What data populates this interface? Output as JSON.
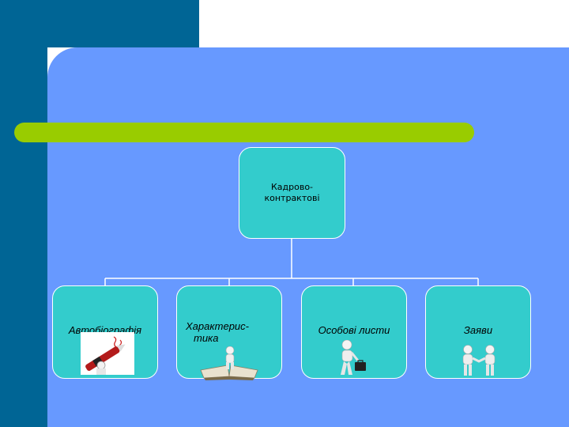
{
  "diagram": {
    "root": {
      "label_lines": [
        "Кадрово-",
        "контрактові"
      ]
    },
    "children": [
      {
        "label_lines": [
          "Автобіографія"
        ],
        "icon": "pen-writing-icon"
      },
      {
        "label_lines": [
          "Характерис-",
          "тика"
        ],
        "icon": "figure-on-book-icon"
      },
      {
        "label_lines": [
          "Особові листи"
        ],
        "icon": "figure-with-briefcase-icon"
      },
      {
        "label_lines": [
          "Заяви"
        ],
        "icon": "two-figures-handshake-icon"
      }
    ]
  },
  "colors": {
    "dark_band": "#006595",
    "canvas": "#6799FF",
    "accent_bar": "#99CC00",
    "node_fill": "#33CCCC",
    "connector": "#FFFFFF"
  }
}
